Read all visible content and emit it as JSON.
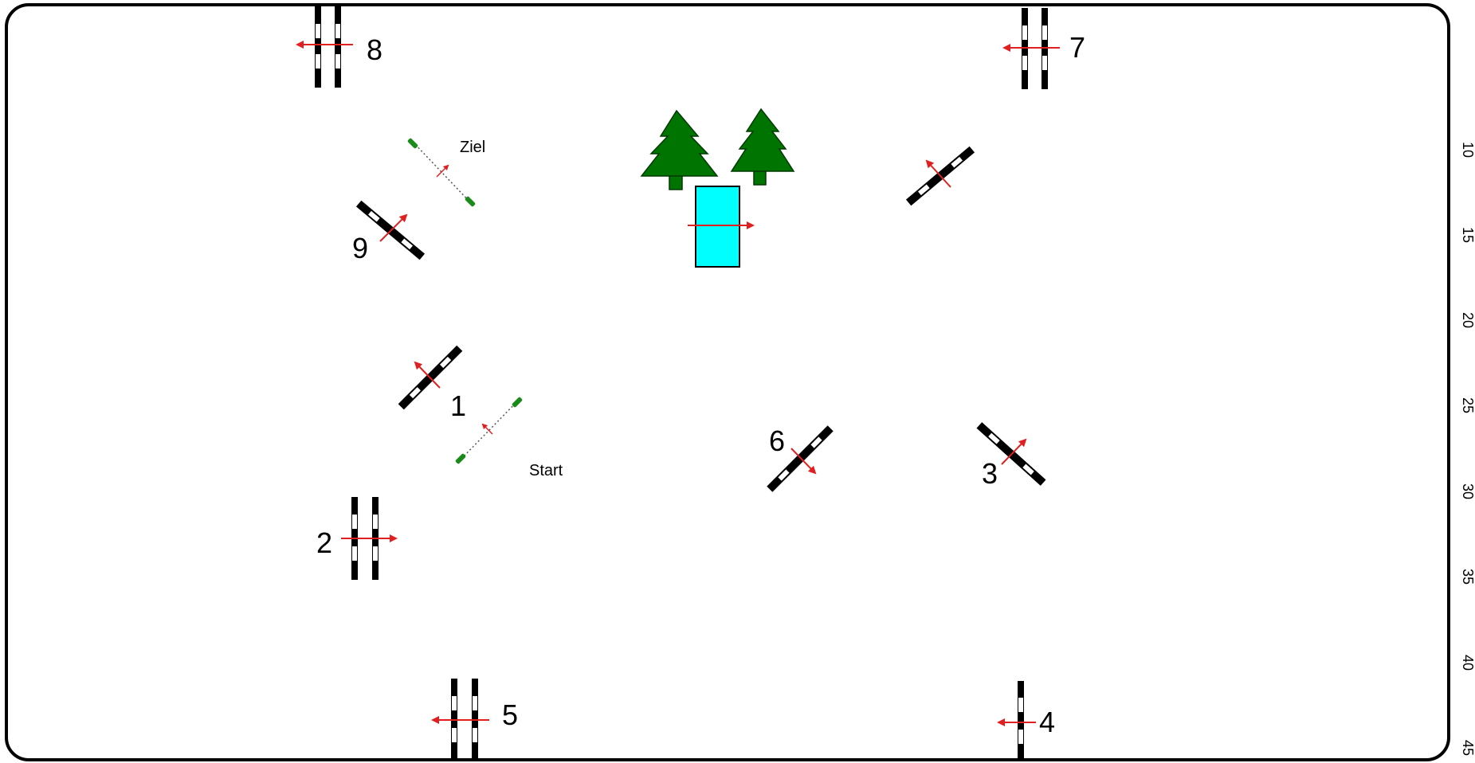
{
  "course": {
    "obstacles": [
      {
        "id": "1",
        "label": "1",
        "kind": "single"
      },
      {
        "id": "2",
        "label": "2",
        "kind": "oxer"
      },
      {
        "id": "3",
        "label": "3",
        "kind": "single"
      },
      {
        "id": "4",
        "label": "4",
        "kind": "single"
      },
      {
        "id": "5",
        "label": "5",
        "kind": "oxer"
      },
      {
        "id": "6",
        "label": "6",
        "kind": "single"
      },
      {
        "id": "7",
        "label": "7",
        "kind": "oxer"
      },
      {
        "id": "8",
        "label": "8",
        "kind": "oxer"
      },
      {
        "id": "9",
        "label": "9",
        "kind": "single"
      }
    ],
    "unnumbered_obstacle": {
      "kind": "single"
    },
    "water": {
      "kind": "water-obstacle",
      "color": "#00ffff"
    },
    "trees": [
      {
        "kind": "tree-icon"
      },
      {
        "kind": "tree-icon"
      }
    ],
    "start_label": "Start",
    "finish_label": "Ziel",
    "ruler_ticks": [
      "10",
      "15",
      "20",
      "25",
      "30",
      "35",
      "40",
      "45"
    ],
    "colors": {
      "arrow": "#e02020",
      "flag": "#1a8a1a",
      "tree": "#007400",
      "rail": "#000000",
      "arena_border": "#000000"
    }
  }
}
